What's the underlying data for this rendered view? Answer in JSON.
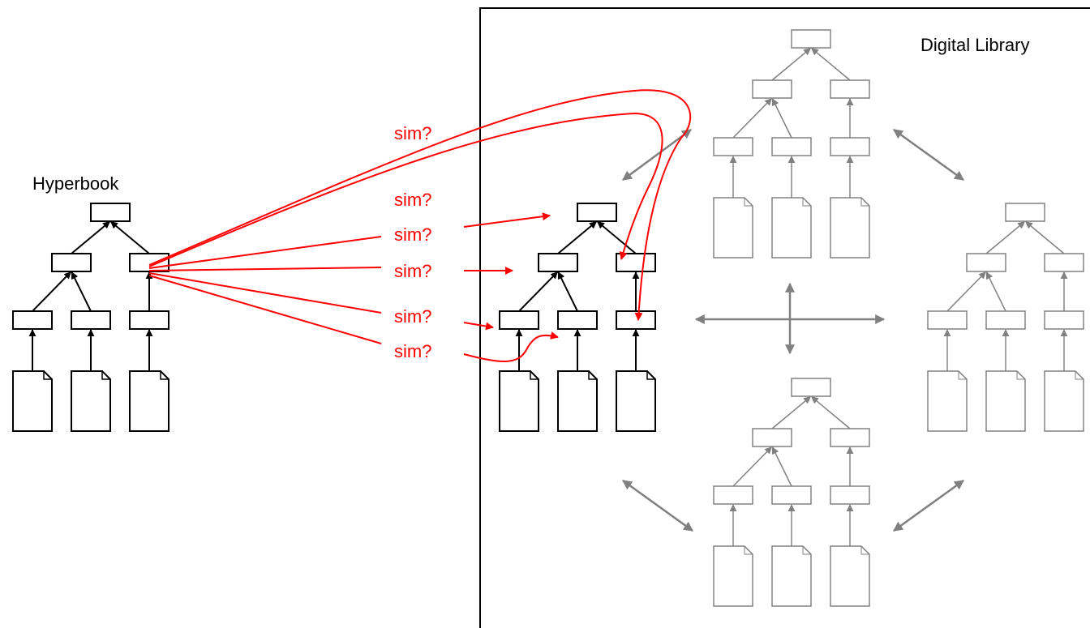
{
  "labels": {
    "hyperbook": "Hyperbook",
    "digital_library": "Digital Library"
  },
  "similarity_labels": [
    "sim?",
    "sim?",
    "sim?",
    "sim?",
    "sim?",
    "sim?"
  ],
  "colors": {
    "hyperbook": "#000000",
    "target_tree": "#000000",
    "library_trees": "#808080",
    "similarity": "#ff0000",
    "library_border": "#000000"
  },
  "icons": {
    "node": "rectangle-node",
    "document": "document-page-icon"
  }
}
